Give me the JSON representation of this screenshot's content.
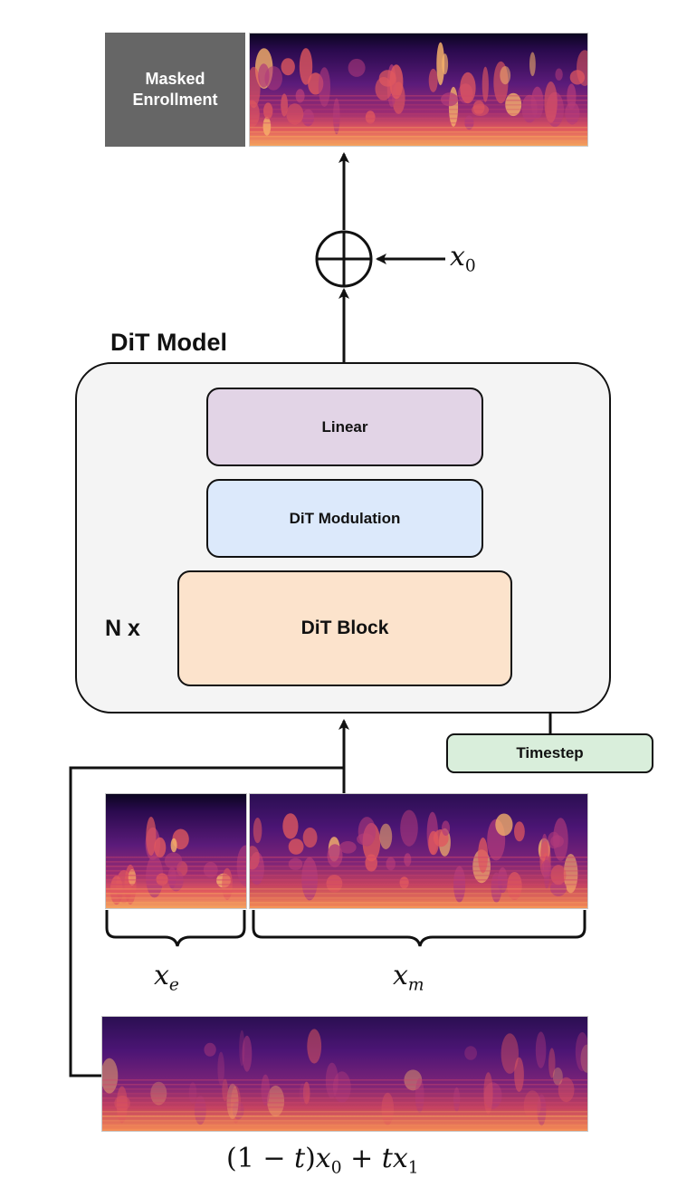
{
  "top": {
    "masked_line1": "Masked",
    "masked_line2": "Enrollment"
  },
  "plus_input": {
    "var": "x",
    "sub": "0"
  },
  "model": {
    "title": "DiT Model",
    "repeat_label": "N x",
    "linear_label": "Linear",
    "modulation_label": "DiT Modulation",
    "block_label": "DiT Block"
  },
  "timestep": {
    "label": "Timestep"
  },
  "segments": {
    "enrollment": {
      "var": "x",
      "sub": "e"
    },
    "masked": {
      "var": "x",
      "sub": "m"
    }
  },
  "formula": {
    "open": "(1 − ",
    "t1": "t",
    "close": ")",
    "x0": "x",
    "x0_sub": "0",
    "plus": " + ",
    "t2": "t",
    "x1": "x",
    "x1_sub": "1"
  },
  "colors": {
    "linear_fill": "#e2d4e6",
    "modulation_fill": "#dce9fb",
    "block_fill": "#fce3cc",
    "timestep_fill": "#d9eedb",
    "masked_fill": "#666666",
    "line": "#111111"
  }
}
